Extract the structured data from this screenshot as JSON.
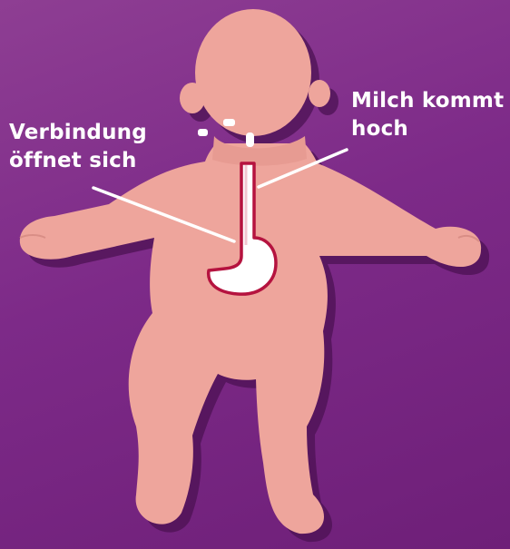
{
  "labels": {
    "connection": "Verbindung\nöffnet sich",
    "milk": "Milch kommt\nhoch"
  },
  "colors": {
    "background_top": "#8e3e93",
    "background_bottom": "#6e1f78",
    "body": "#eea59c",
    "shadow": "#4c1253",
    "esophagus_outline": "#b5133f",
    "milk": "#ffffff"
  },
  "icons": {
    "figure": "baby-silhouette",
    "organ": "stomach-and-esophagus",
    "fluid": "milk-drops"
  }
}
